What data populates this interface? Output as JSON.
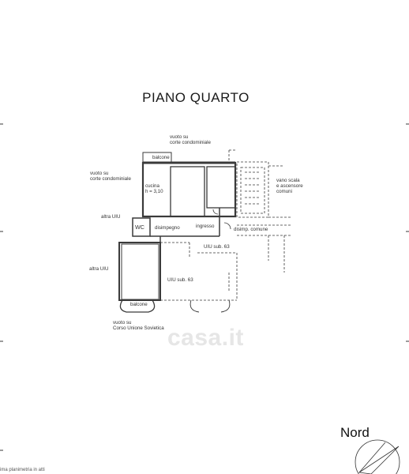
{
  "title": "PIANO QUARTO",
  "labels": {
    "vuoto_corte_top": [
      "vuoto su",
      "corte condominiale"
    ],
    "vuoto_corte_left": [
      "vuoto su",
      "corte condominiale"
    ],
    "balcone_top": "balcone",
    "cucina": [
      "cucina",
      "h = 3,10"
    ],
    "altra_uiu_1": "altra UIU",
    "wc": "WC",
    "disimpegno": "disimpegno",
    "ingresso": "ingresso",
    "disimp_comune": "disimp. comune",
    "vano_scala": [
      "vano scala",
      "e ascensore",
      "comuni"
    ],
    "uiu_sub_right": "UIU sub. 63",
    "altra_uiu_2": "altra UIU",
    "uiu_sub_center": "UIU sub. 63",
    "balcone_bottom": "balcone",
    "vuoto_corso": [
      "vuoto su",
      "Corso Unione Sovietica"
    ],
    "nord": "Nord",
    "footer_note": "ima planimetria in atti",
    "watermark": "casa.it"
  }
}
